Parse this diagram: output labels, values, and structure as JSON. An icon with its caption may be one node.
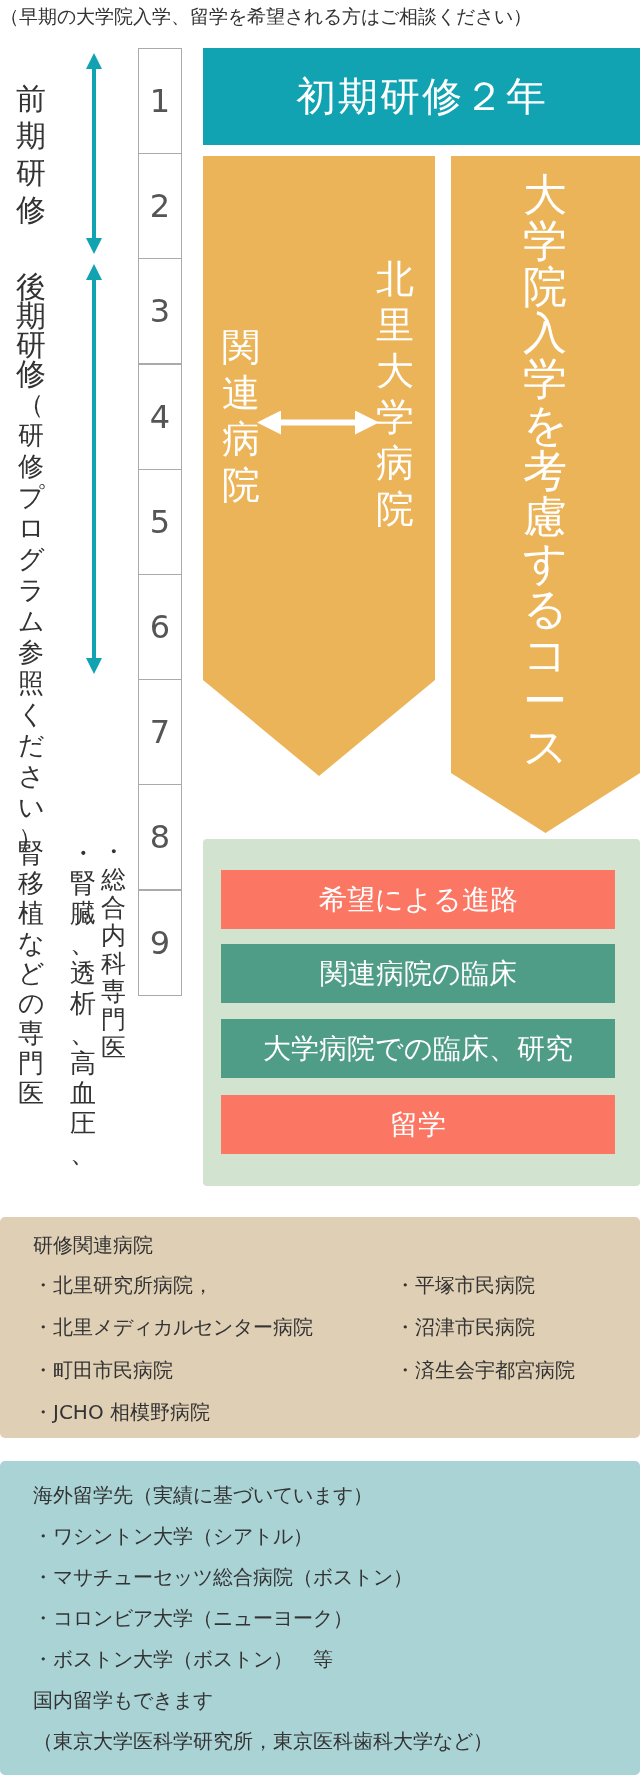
{
  "diagram": {
    "nodes": [
      {
        "text": [
          "初期研修２年"
        ]
      },
      {
        "text": [],
        "shape": "pentagon"
      },
      {
        "text": [
          "関連病院"
        ],
        "in": 1
      },
      {
        "text": [
          "北里大学病院"
        ],
        "in": 1
      },
      {
        "text": [
          "大学院入学を考慮するコース"
        ]
      },
      {
        "text": [],
        "shape": "box"
      },
      {
        "text": [
          "希望による進路"
        ],
        "in": 5
      },
      {
        "text": [
          "関連病院の臨床"
        ],
        "in": 5
      },
      {
        "text": [
          "大学病院での臨床、研究"
        ],
        "in": 5
      },
      {
        "text": [
          "留学"
        ],
        "in": 5
      },
      {
        "text": [
          "1"
        ]
      },
      {
        "text": [
          "2"
        ]
      },
      {
        "text": [
          "3"
        ]
      },
      {
        "text": [
          "4"
        ]
      },
      {
        "text": [
          "5"
        ]
      },
      {
        "text": [
          "6"
        ]
      },
      {
        "text": [
          "7"
        ]
      },
      {
        "text": [
          "8"
        ]
      },
      {
        "text": [
          "9"
        ]
      },
      {
        "text": [
          "研修関連病院",
          "・北里研究所病院，",
          "・北里メディカルセンター病院",
          "・町田市民病院",
          "・JCHO 相模野病院",
          "・平塚市民病院",
          "・沼津市民病院",
          "・済生会宇都宮病院"
        ]
      },
      {
        "text": [
          "海外留学先（実績に基づいています）",
          "・ワシントン大学（シアトル）",
          "・マサチューセッツ総合病院（ボストン）",
          "・コロンビア大学（ニューヨーク）",
          "・ボストン大学（ボストン）　等",
          "国内留学もできます",
          "（東京大学医科学研究所，東京医科歯科大学など）"
        ]
      }
    ],
    "edges": [
      {
        "from": 2,
        "to": 3,
        "arrow": "both"
      }
    ],
    "labels": [
      "（早期の大学院入学、留学を希望される方はご相談ください）",
      "前期研修",
      "後期研修",
      "（研修プログラム参照ください）",
      "・総合内科専門医",
      "・腎臓、透析、高血圧、腎移植などの専門医"
    ]
  }
}
